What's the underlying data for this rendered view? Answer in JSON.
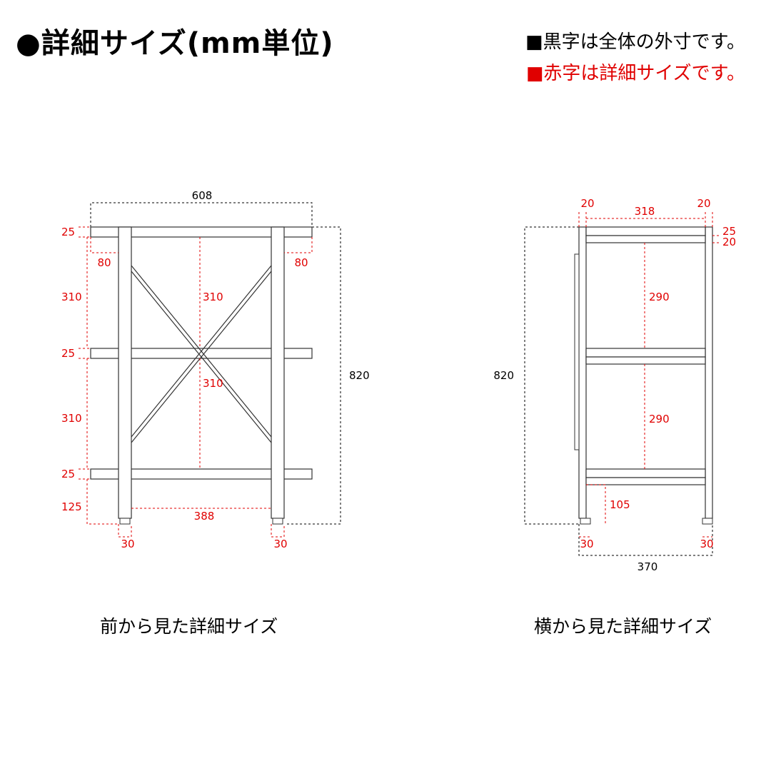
{
  "title": "●詳細サイズ(mm単位)",
  "legend": {
    "black": "■黒字は全体の外寸です。",
    "red": "■赤字は詳細サイズです。"
  },
  "colors": {
    "outer": "#000000",
    "detail": "#e00000",
    "frame": "#333333"
  },
  "front": {
    "caption": "前から見た詳細サイズ",
    "dims": {
      "width": "608",
      "height": "820",
      "shelf_thickness_top": "25",
      "shelf_thickness_mid": "25",
      "shelf_thickness_bottom": "25",
      "gap_upper_left": "310",
      "gap_lower_left": "310",
      "gap_upper_center": "310",
      "gap_lower_center": "310",
      "overhang_left": "80",
      "overhang_right": "80",
      "leg_height": "125",
      "inner_width": "388",
      "foot_left": "30",
      "foot_right": "30"
    }
  },
  "side": {
    "caption": "横から見た詳細サイズ",
    "dims": {
      "height": "820",
      "depth": "370",
      "inner_depth": "318",
      "post_left": "20",
      "post_right": "20",
      "shelf_thickness": "25",
      "shelf_rail": "20",
      "gap_upper": "290",
      "gap_lower": "290",
      "leg_height": "105",
      "foot_left": "30",
      "foot_right": "30"
    }
  }
}
